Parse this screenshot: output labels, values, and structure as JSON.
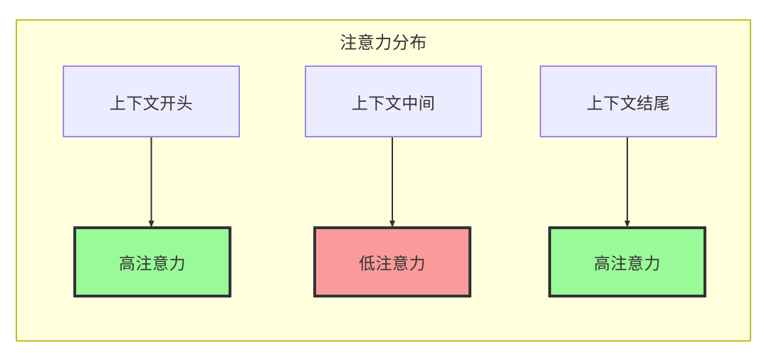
{
  "diagram": {
    "title": "注意力分布",
    "container_fill": "#ffffde",
    "container_border": "#bfbf2d",
    "nodes_top": [
      {
        "id": "context-start",
        "label": "上下文开头",
        "fill": "#ececff",
        "border": "#9f86e3"
      },
      {
        "id": "context-middle",
        "label": "上下文中间",
        "fill": "#ececff",
        "border": "#9f86e3"
      },
      {
        "id": "context-end",
        "label": "上下文结尾",
        "fill": "#ececff",
        "border": "#9f86e3"
      }
    ],
    "nodes_bottom": [
      {
        "id": "high-attention-start",
        "label": "高注意力",
        "fill": "#98fb98",
        "border": "#333333"
      },
      {
        "id": "low-attention-middle",
        "label": "低注意力",
        "fill": "#fa9a9a",
        "border": "#333333"
      },
      {
        "id": "high-attention-end",
        "label": "高注意力",
        "fill": "#98fb98",
        "border": "#333333"
      }
    ],
    "edges": [
      {
        "from": "context-start",
        "to": "high-attention-start",
        "label": ""
      },
      {
        "from": "context-middle",
        "to": "low-attention-middle",
        "label": ""
      },
      {
        "from": "context-end",
        "to": "high-attention-end",
        "label": ""
      }
    ],
    "edge_color": "#333333",
    "text_color": "#333333"
  }
}
